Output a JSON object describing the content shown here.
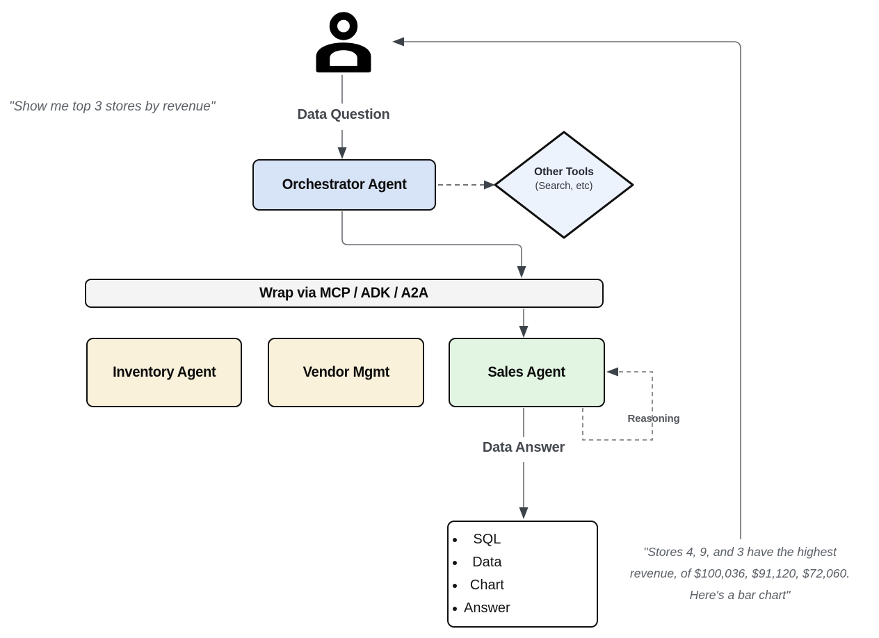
{
  "title": "Multi-agent data question flow diagram",
  "user_request_quote": "\"Show me top 3 stores by revenue\"",
  "labels": {
    "data_question": "Data Question",
    "data_answer": "Data Answer",
    "reasoning": "Reasoning"
  },
  "nodes": {
    "orchestrator": {
      "label": "Orchestrator Agent",
      "fill": "#d7e3f7"
    },
    "other_tools": {
      "title": "Other Tools",
      "subtitle": "(Search, etc)",
      "fill": "#edf3fc"
    },
    "wrap_bar": {
      "label": "Wrap via MCP / ADK / A2A",
      "fill": "#f4f4f4"
    },
    "inventory_agent": {
      "label": "Inventory Agent",
      "fill": "#faf1da"
    },
    "vendor_mgmt": {
      "label": "Vendor Mgmt",
      "fill": "#faf1da"
    },
    "sales_agent": {
      "label": "Sales Agent",
      "fill": "#e2f5e2"
    },
    "output": {
      "items": [
        "SQL",
        "Data",
        "Chart",
        "Answer"
      ]
    }
  },
  "answer_quote": "\"Stores 4, 9, and 3 have the highest\nrevenue, of $100,036, $91,120, $72,060.\nHere's a bar chart\"",
  "colors": {
    "connector_line": "#6a6f75",
    "arrowhead": "#3d434a",
    "node_border": "#101010",
    "blue_node": "#d7e3f7",
    "light_blue_diamond": "#edf3fc",
    "yellow_node": "#faf1da",
    "green_node": "#e2f5e2",
    "gray_bar": "#f4f4f4"
  },
  "icons": {
    "user": "person-icon"
  }
}
